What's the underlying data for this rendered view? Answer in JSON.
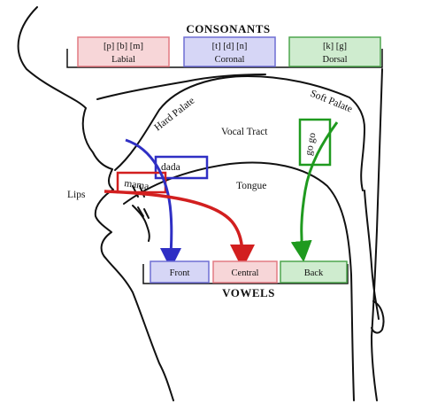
{
  "diagram": {
    "consonants_heading": "CONSONANTS",
    "vowels_heading": "VOWELS",
    "consonant_groups": [
      {
        "sounds": "[p] [b] [m]",
        "place": "Labial",
        "color": "#e27a82",
        "fill": "#f7d6d8"
      },
      {
        "sounds": "[t] [d] [n]",
        "place": "Coronal",
        "color": "#6f6fd3",
        "fill": "#d6d6f6"
      },
      {
        "sounds": "[k]  [g]",
        "place": "Dorsal",
        "color": "#4ea54e",
        "fill": "#cfeccf"
      }
    ],
    "vowel_groups": [
      {
        "label": "Front",
        "color": "#6f6fd3",
        "fill": "#d6d6f6"
      },
      {
        "label": "Central",
        "color": "#e27a82",
        "fill": "#f7d6d8"
      },
      {
        "label": "Back",
        "color": "#4ea54e",
        "fill": "#cfeccf"
      }
    ],
    "anatomy_labels": {
      "hard_palate": "Hard Palate",
      "soft_palate": "Soft Palate",
      "vocal_tract": "Vocal Tract",
      "tongue": "Tongue",
      "lips": "Lips"
    },
    "words": [
      {
        "text": "dada",
        "color": "#2f2fc4"
      },
      {
        "text": "mama",
        "color": "#d21f1f"
      },
      {
        "text": "go go",
        "color": "#1f9a1f"
      }
    ]
  }
}
